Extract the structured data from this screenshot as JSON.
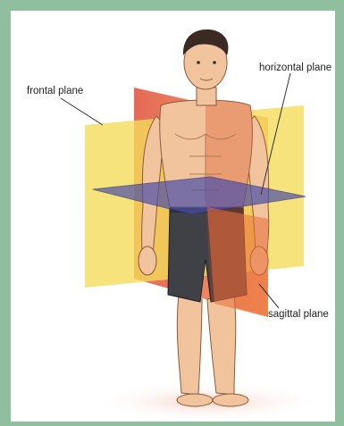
{
  "labels": {
    "frontal": "frontal plane",
    "horizontal": "horizontal plane",
    "sagittal": "sagittal plane"
  },
  "colors": {
    "frame": "#8fbf9f",
    "frontal_plane": "#f4dc5a",
    "sagittal_plane": "#ea6d3a",
    "horizontal_plane": "#4b4fa8",
    "skin": "#f1c49d",
    "shorts": "#3f4147",
    "hair": "#3b2a24"
  }
}
